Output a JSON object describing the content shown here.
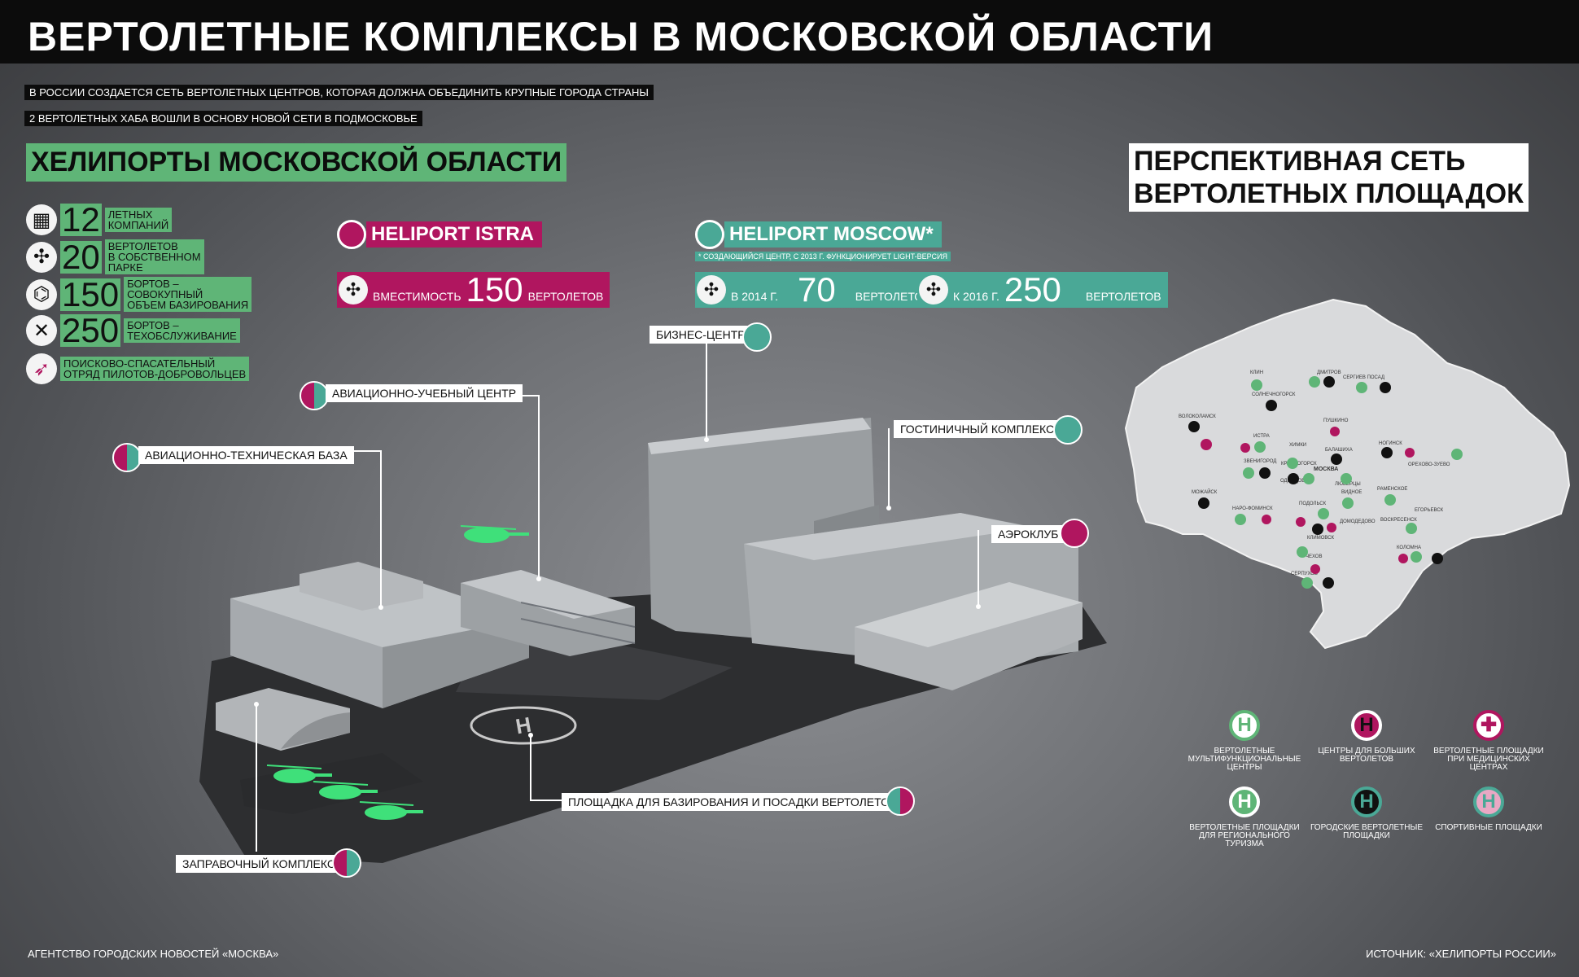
{
  "title": "ВЕРТОЛЕТНЫЕ КОМПЛЕКСЫ В МОСКОВСКОЙ ОБЛАСТИ",
  "subtitles": [
    "В РОССИИ СОЗДАЕТСЯ СЕТЬ ВЕРТОЛЕТНЫХ ЦЕНТРОВ, КОТОРАЯ ДОЛЖНА ОБЪЕДИНИТЬ КРУПНЫЕ ГОРОДА СТРАНЫ",
    "2 ВЕРТОЛЕТНЫХ ХАБА ВОШЛИ В ОСНОВУ НОВОЙ СЕТИ В ПОДМОСКОВЬЕ"
  ],
  "heliports_title": "ХЕЛИПОРТЫ МОСКОВСКОЙ ОБЛАСТИ",
  "stats": [
    {
      "number": "12",
      "label_lines": [
        "ЛЕТНЫХ",
        "КОМПАНИЙ"
      ],
      "icon": "building-icon"
    },
    {
      "number": "20",
      "label_lines": [
        "ВЕРТОЛЕТОВ",
        "В СОБСТВЕННОМ",
        "ПАРКЕ"
      ],
      "icon": "rotor-icon"
    },
    {
      "number": "150",
      "label_lines": [
        "БОРТОВ –",
        "СОВОКУПНЫЙ",
        "ОБЪЕМ БАЗИРОВАНИЯ"
      ],
      "icon": "helicopter-icon"
    },
    {
      "number": "250",
      "label_lines": [
        "БОРТОВ –",
        "ТЕХОБСЛУЖИВАНИЕ"
      ],
      "icon": "wrench-icon"
    },
    {
      "number": "",
      "label_lines": [
        "ПОИСКОВО-СПАСАТЕЛЬНЫЙ",
        "ОТРЯД ПИЛОТОВ-ДОБРОВОЛЬЦЕВ"
      ],
      "icon": "compass-icon"
    }
  ],
  "istra": {
    "name": "HELIPORT ISTRA",
    "color": "#b0165f",
    "capacity_prefix": "ВМЕСТИМОСТЬ",
    "capacity_value": "150",
    "capacity_suffix": "ВЕРТОЛЕТОВ"
  },
  "moscow": {
    "name": "HELIPORT MOSCOW*",
    "color": "#4aa896",
    "note": "* СОЗДАЮЩИЙСЯ ЦЕНТР, С 2013 Г. ФУНКЦИОНИРУЕТ LIGHT-ВЕРСИЯ",
    "cap1_prefix": "В 2014 Г.",
    "cap1_value": "70",
    "cap1_suffix": "ВЕРТОЛЕТОВ",
    "cap2_prefix": "К 2016 Г.",
    "cap2_value": "250",
    "cap2_suffix": "ВЕРТОЛЕТОВ"
  },
  "callouts": {
    "business": "БИЗНЕС-ЦЕНТР",
    "training": "АВИАЦИОННО-УЧЕБНЫЙ ЦЕНТР",
    "hotel": "ГОСТИНИЧНЫЙ КОМПЛЕКС",
    "techbase": "АВИАЦИОННО-ТЕХНИЧЕСКАЯ БАЗА",
    "aeroclub": "АЭРОКЛУБ",
    "pad": "ПЛОЩАДКА ДЛЯ БАЗИРОВАНИЯ И ПОСАДКИ ВЕРТОЛЕТОВ",
    "fuel": "ЗАПРАВОЧНЫЙ КОМПЛЕКС"
  },
  "network_title_lines": [
    "ПЕРСПЕКТИВНАЯ СЕТЬ",
    "ВЕРТОЛЕТНЫХ ПЛОЩАДОК"
  ],
  "map_cities": [
    "КЛИН",
    "ДМИТРОВ",
    "СЕРГИЕВ ПОСАД",
    "СОЛНЕЧНОГОРСК",
    "ВОЛОКОЛАМСК",
    "ПУШКИНО",
    "ИСТРА",
    "ХИМКИ",
    "БАЛАШИХА",
    "НОГИНСК",
    "ЗВЕНИГОРОД",
    "КРАСНОГОРСК",
    "МОСКВА",
    "ОРЕХОВО-ЗУЕВО",
    "ОДИНЦОВО",
    "ЛЮБЕРЦЫ",
    "МОЖАЙСК",
    "ВИДНОЕ",
    "РАМЕНСКОЕ",
    "НАРО-ФОМИНСК",
    "ПОДОЛЬСК",
    "ДОМОДЕДОВО",
    "ЕГОРЬЕВСК",
    "КЛИМОВСК",
    "ВОСКРЕСЕНСК",
    "ЧЕХОВ",
    "КОЛОМНА",
    "СЕРПУХОВ"
  ],
  "legend": [
    {
      "label": "ВЕРТОЛЕТНЫЕ МУЛЬТИФУНКЦИОНАЛЬНЫЕ ЦЕНТРЫ",
      "glyph": "H",
      "icon": "multifunctional-center-icon"
    },
    {
      "label": "ЦЕНТРЫ ДЛЯ БОЛЬШИХ ВЕРТОЛЕТОВ",
      "glyph": "H",
      "icon": "large-helicopter-center-icon"
    },
    {
      "label": "ВЕРТОЛЕТНЫЕ ПЛОЩАДКИ ПРИ МЕДИЦИНСКИХ ЦЕНТРАХ",
      "glyph": "✚",
      "icon": "medical-pad-icon"
    },
    {
      "label": "ВЕРТОЛЕТНЫЕ ПЛОЩАДКИ ДЛЯ РЕГИОНАЛЬНОГО ТУРИЗМА",
      "glyph": "H",
      "icon": "tourism-pad-icon"
    },
    {
      "label": "ГОРОДСКИЕ ВЕРТОЛЕТНЫЕ ПЛОЩАДКИ",
      "glyph": "H",
      "icon": "city-pad-icon"
    },
    {
      "label": "СПОРТИВНЫЕ ПЛОЩАДКИ",
      "glyph": "H",
      "icon": "sport-pad-icon"
    }
  ],
  "footer_left": "АГЕНТСТВО ГОРОДСКИХ НОВОСТЕЙ «МОСКВА»",
  "footer_right": "ИСТОЧНИК: «ХЕЛИПОРТЫ РОССИИ»",
  "colors": {
    "green": "#5fb577",
    "magenta": "#b0165f",
    "teal": "#4aa896",
    "black": "#0c0c0c"
  }
}
